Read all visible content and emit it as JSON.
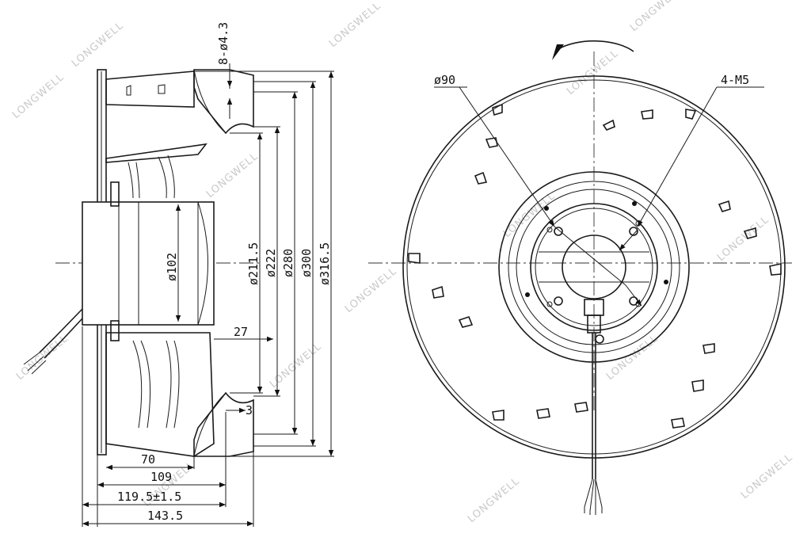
{
  "watermark": "LONGWELL",
  "side_view": {
    "dims_diameter": [
      "ø102",
      "ø211.5",
      "ø222",
      "ø280",
      "ø300",
      "ø316.5"
    ],
    "holes": "8-ø4.3",
    "dim_27": "27",
    "dim_3": "3",
    "dims_horizontal": [
      "70",
      "109",
      "119.5±1.5",
      "143.5"
    ]
  },
  "front_view": {
    "hub_diameter": "ø90",
    "thread": "4-M5"
  }
}
